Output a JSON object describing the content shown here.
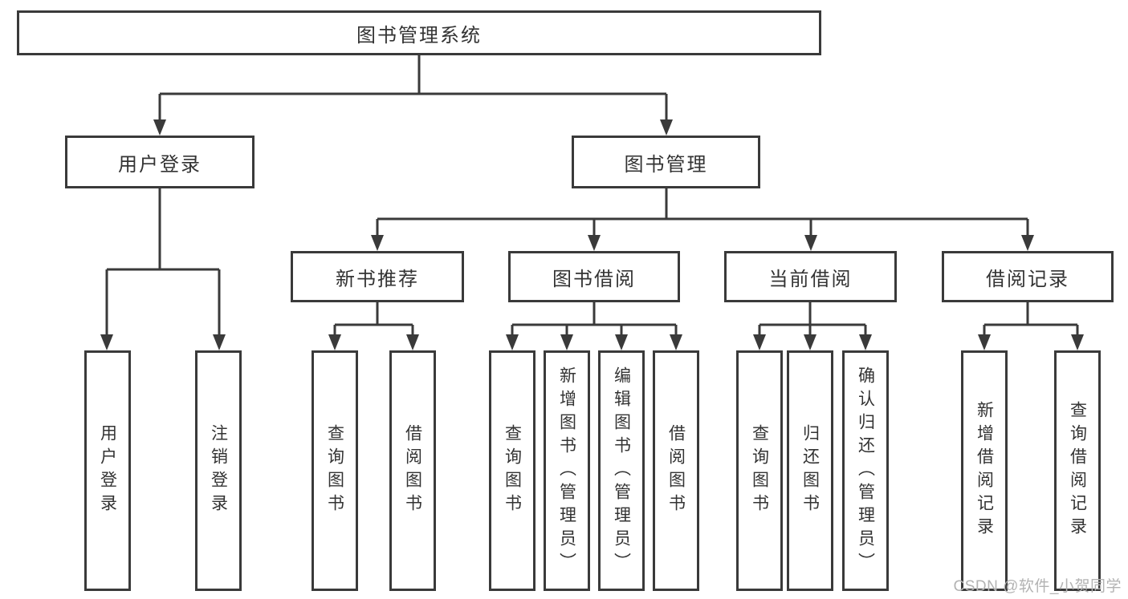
{
  "diagram": {
    "root": {
      "label": "图书管理系统"
    },
    "level2": [
      {
        "label": "用户登录"
      },
      {
        "label": "图书管理"
      }
    ],
    "level3": [
      {
        "label": "新书推荐"
      },
      {
        "label": "图书借阅"
      },
      {
        "label": "当前借阅"
      },
      {
        "label": "借阅记录"
      }
    ],
    "leaves": [
      {
        "label": "用户登录"
      },
      {
        "label": "注销登录"
      },
      {
        "label": "查询图书"
      },
      {
        "label": "借阅图书"
      },
      {
        "label": "查询图书"
      },
      {
        "label": "新增图书（管理员）"
      },
      {
        "label": "编辑图书（管理员）"
      },
      {
        "label": "借阅图书"
      },
      {
        "label": "查询图书"
      },
      {
        "label": "归还图书"
      },
      {
        "label": "确认归还（管理员）"
      },
      {
        "label": "新增借阅记录"
      },
      {
        "label": "查询借阅记录"
      }
    ]
  },
  "watermark": "CSDN @软件_小贺同学",
  "colors": {
    "line": "#3a3a3a",
    "box_border": "#3a3a3a",
    "text": "#333333",
    "watermark": "#b3b3b3",
    "background": "#ffffff"
  }
}
